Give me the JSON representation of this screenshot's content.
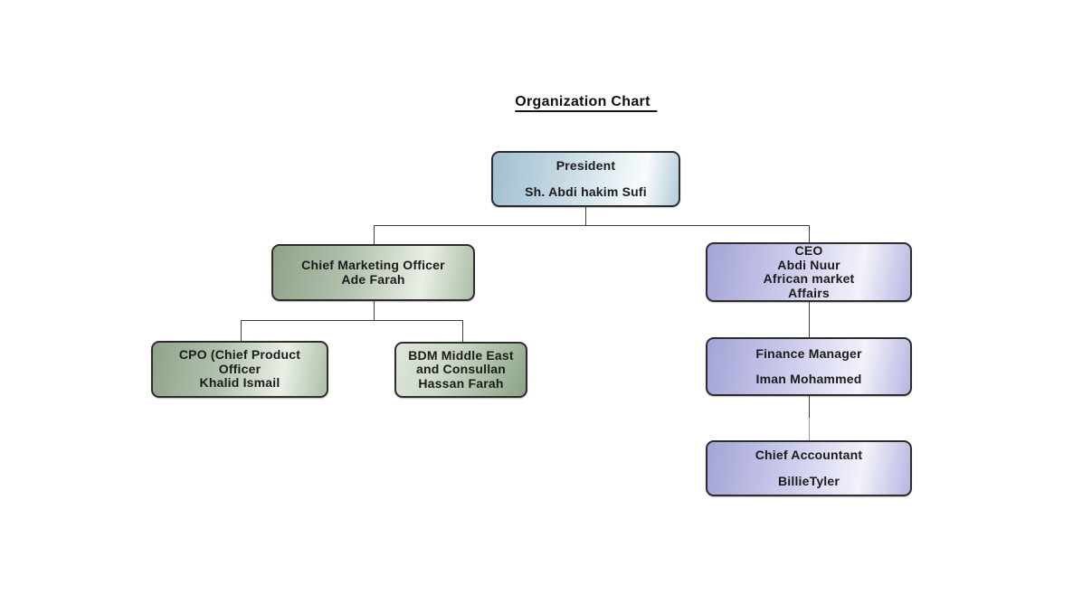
{
  "title": "Organization Chart",
  "nodes": {
    "president": {
      "lines": [
        "President",
        "Sh. Abdi hakim Sufi"
      ]
    },
    "cmo": {
      "lines": [
        "Chief Marketing Officer",
        "Ade Farah"
      ]
    },
    "ceo": {
      "lines": [
        "CEO",
        "Abdi Nuur",
        "African market",
        "Affairs"
      ]
    },
    "cpo": {
      "lines": [
        "CPO (Chief Product",
        "Officer",
        "Khalid Ismail"
      ]
    },
    "bdm": {
      "lines": [
        "BDM Middle East",
        "and Consullan",
        "Hassan Farah"
      ]
    },
    "finance": {
      "lines": [
        "Finance Manager",
        "Iman Mohammed"
      ]
    },
    "accountant": {
      "lines": [
        "Chief Accountant",
        "BillieTyler"
      ]
    }
  },
  "hierarchy": {
    "root": "president",
    "edges": [
      {
        "from": "president",
        "to": "cmo"
      },
      {
        "from": "president",
        "to": "ceo"
      },
      {
        "from": "cmo",
        "to": "cpo"
      },
      {
        "from": "cmo",
        "to": "bdm"
      },
      {
        "from": "ceo",
        "to": "finance"
      },
      {
        "from": "finance",
        "to": "accountant"
      }
    ]
  },
  "colors": {
    "president_fill": "#b9d2de",
    "marketing_branch_fill": "#a9bca4",
    "executive_branch_fill": "#bcbce5",
    "node_border": "#2d2d2d",
    "connector": "#3f3f3f",
    "connector_faded": "#9a9a9a",
    "text": "#1b1b1b",
    "background": "#ffffff"
  }
}
